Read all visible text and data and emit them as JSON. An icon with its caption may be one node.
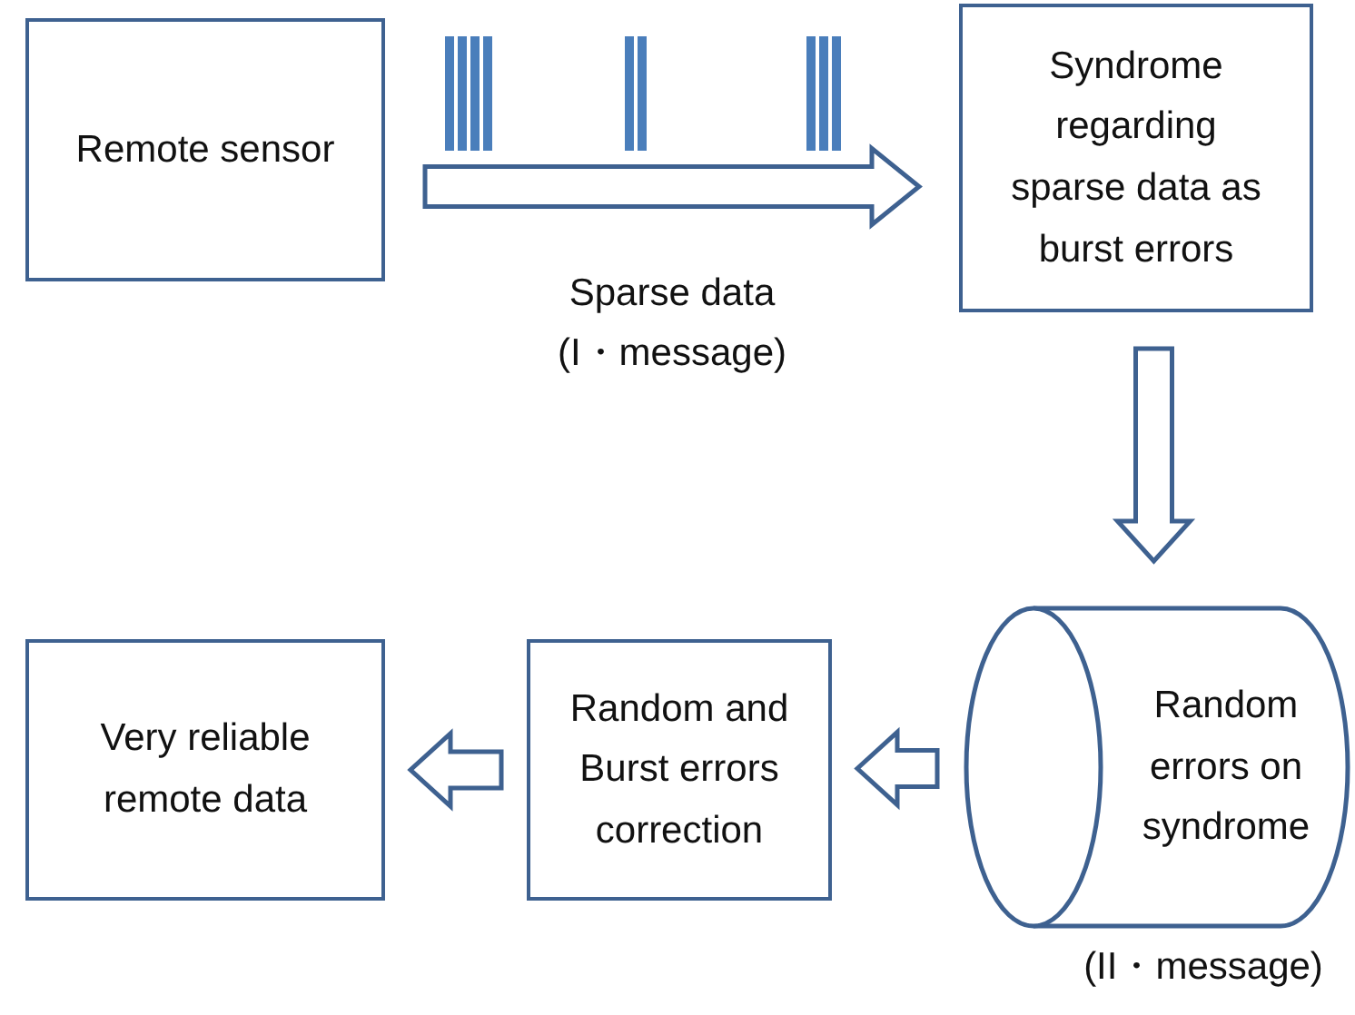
{
  "diagram": {
    "nodes": [
      {
        "text": [
          "Remote sensor"
        ]
      },
      {
        "text": [
          "Syndrome regarding sparse data as burst errors"
        ]
      },
      {
        "text": [
          "Random errors on syndrome"
        ],
        "beside": [
          "(II・message)"
        ]
      },
      {
        "text": [
          "Random and Burst errors correction"
        ]
      },
      {
        "text": [
          "Very reliable remote data"
        ]
      }
    ],
    "edges": [
      {
        "from": 0,
        "to": 1,
        "arrow": "to",
        "label": "Sparse data (I・message)"
      },
      {
        "from": 1,
        "to": 2,
        "arrow": "to"
      },
      {
        "from": 2,
        "to": 3,
        "arrow": "to"
      },
      {
        "from": 3,
        "to": 4,
        "arrow": "to"
      }
    ]
  }
}
